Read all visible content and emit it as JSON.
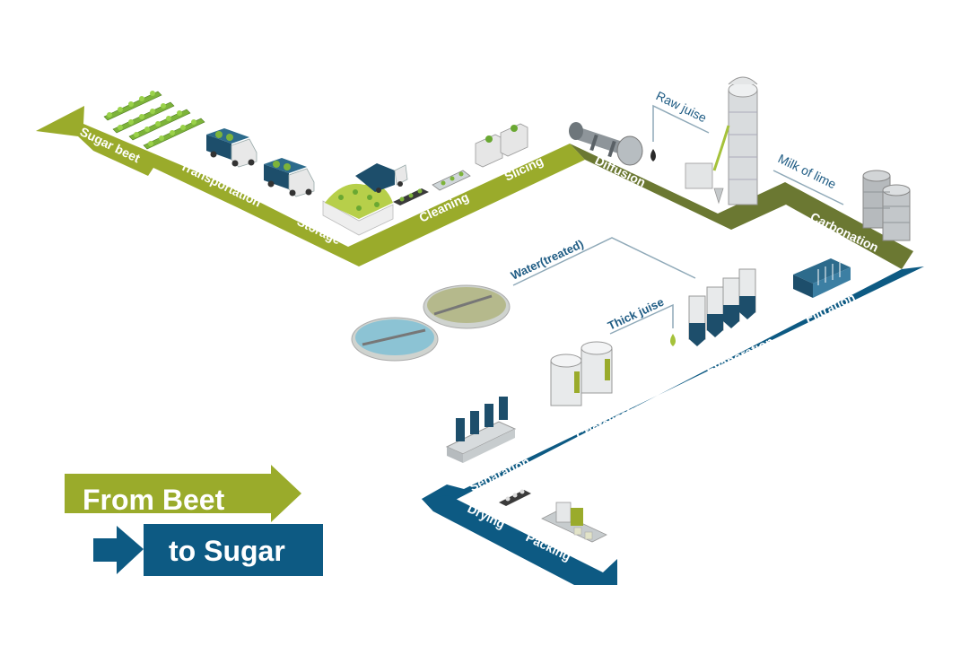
{
  "colors": {
    "green": "#9aab2b",
    "dark_green": "#6b7832",
    "blue": "#0d5a83",
    "annotation": "#1f5c84",
    "line": "#8fa9b8"
  },
  "steps": {
    "sugar_beet": "Sugar beet",
    "transportation": "Transportation",
    "storage": "Storage",
    "cleaning": "Cleaning",
    "slicing": "Slicing",
    "diffusion": "Diffusion",
    "carbonation": "Carbonation",
    "filtration": "Filtration",
    "evaporation": "Evaporation",
    "cristalization": "Cristalization",
    "separation": "Separation",
    "drying": "Drying",
    "packing": "Packing"
  },
  "annotations": {
    "raw_juice": "Raw juise",
    "milk_of_lime": "Milk of lime",
    "water_treated": "Water(treated)",
    "thick_juice": "Thick juise"
  },
  "title": {
    "line1": "From Beet",
    "line2": "to Sugar"
  },
  "icons": [
    "beet-field-icon",
    "truck-icon",
    "storage-pile-icon",
    "conveyor-icon",
    "slicer-icon",
    "diffuser-drum-icon",
    "tower-icon",
    "silo-icon",
    "filter-press-icon",
    "evaporator-icon",
    "crystallizer-tank-icon",
    "centrifuge-icon",
    "water-tank-icon",
    "dryer-icon",
    "packing-machine-icon"
  ]
}
